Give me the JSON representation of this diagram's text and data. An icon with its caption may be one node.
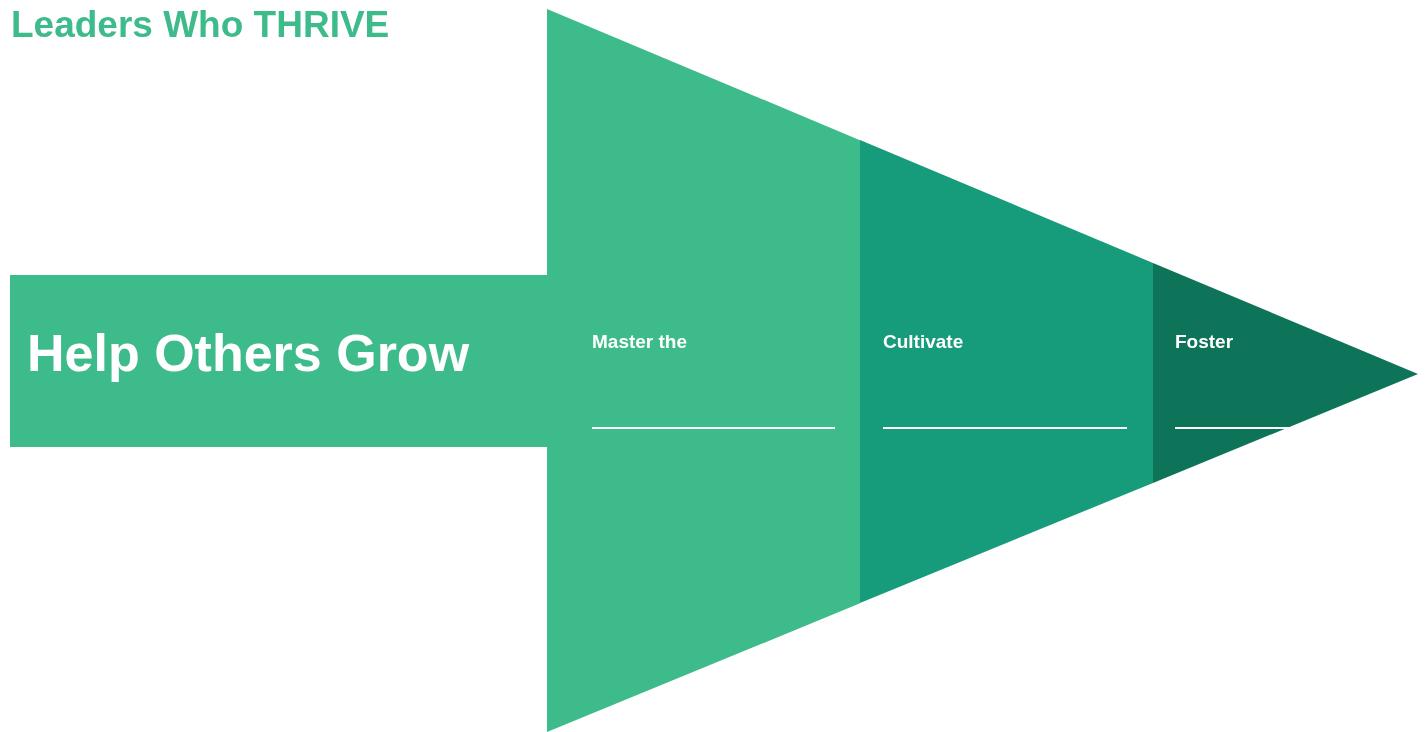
{
  "diagram": {
    "title": "Leaders Who THRIVE",
    "nodes": [
      {
        "text": [
          "Help Others Grow"
        ]
      },
      {
        "text": [
          "Master the"
        ]
      },
      {
        "text": [
          "Cultivate"
        ]
      },
      {
        "text": [
          "Foster"
        ]
      }
    ]
  }
}
